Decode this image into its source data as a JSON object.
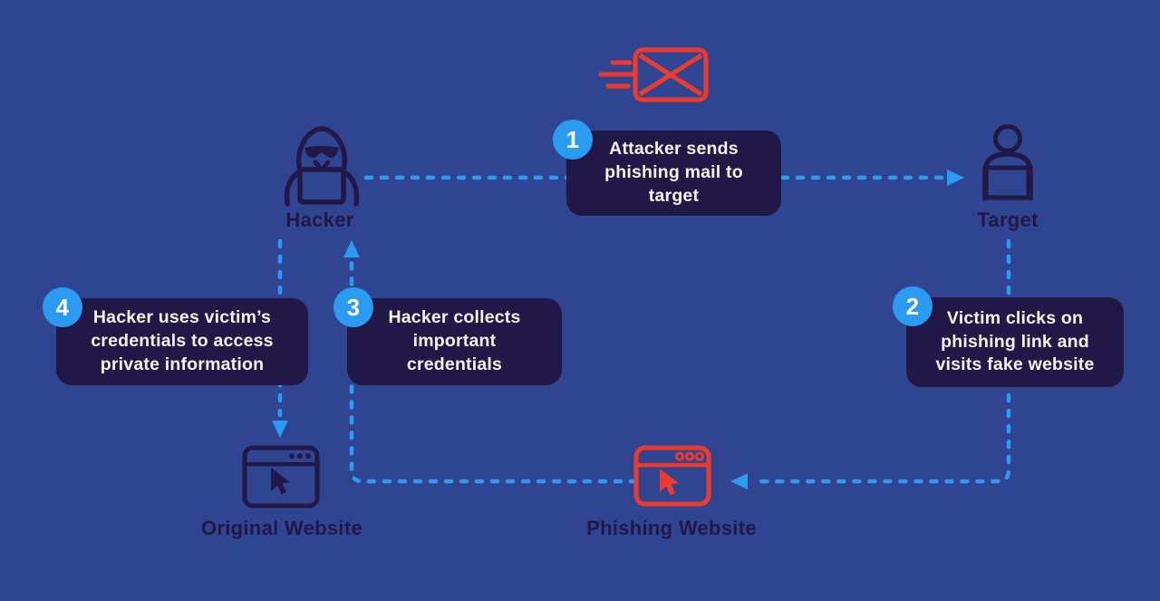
{
  "diagram": {
    "type": "phishing-attack-flow",
    "labels": {
      "hacker": "Hacker",
      "target": "Target",
      "original_website": "Original Website",
      "phishing_website": "Phishing Website"
    },
    "steps": [
      {
        "number": "1",
        "text": "Attacker sends\nphishing mail to\ntarget"
      },
      {
        "number": "2",
        "text": "Victim clicks on\nphishing link and\nvisits fake website"
      },
      {
        "number": "3",
        "text": "Hacker collects\nimportant\ncredentials"
      },
      {
        "number": "4",
        "text": "Hacker uses victim’s\ncredentials to access\nprivate information"
      }
    ],
    "connections": [
      {
        "from": "hacker",
        "to": "target",
        "step": "1"
      },
      {
        "from": "target",
        "to": "phishing-website",
        "step": "2"
      },
      {
        "from": "phishing-website",
        "to": "hacker",
        "step": "3"
      },
      {
        "from": "hacker",
        "to": "original-website",
        "step": "4"
      }
    ],
    "icons": [
      "speeding-mail-icon",
      "hacker-icon",
      "target-user-icon",
      "original-website-browser-icon",
      "phishing-website-browser-icon"
    ],
    "colors": {
      "background": "#2f4591",
      "box": "#211848",
      "step_circle": "#2b9bf1",
      "arrow": "#2b9bf1",
      "icon_red": "#ec3b2c",
      "icon_navy": "#211848",
      "text_light": "#f7f4ef",
      "label_text": "#211848"
    }
  }
}
